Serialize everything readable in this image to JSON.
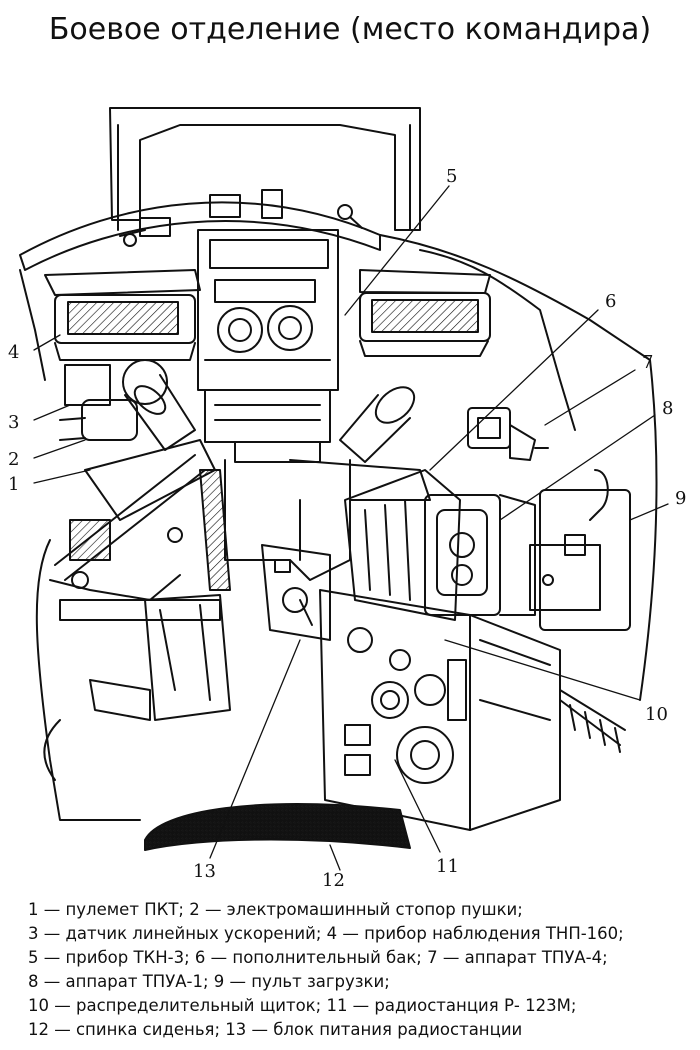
{
  "title": "Боевое отделение (место командира)",
  "callouts": [
    {
      "id": "c1",
      "label": "1"
    },
    {
      "id": "c2",
      "label": "2"
    },
    {
      "id": "c3",
      "label": "3"
    },
    {
      "id": "c4",
      "label": "4"
    },
    {
      "id": "c5",
      "label": "5"
    },
    {
      "id": "c6",
      "label": "6"
    },
    {
      "id": "c7",
      "label": "7"
    },
    {
      "id": "c8",
      "label": "8"
    },
    {
      "id": "c9",
      "label": "9"
    },
    {
      "id": "c10",
      "label": "10"
    },
    {
      "id": "c11",
      "label": "11"
    },
    {
      "id": "c12",
      "label": "12"
    },
    {
      "id": "c13",
      "label": "13"
    }
  ],
  "legend": [
    "1 — пулемет ПКТ; 2 — электромашинный стопор пушки;",
    "3 — датчик линейных ускорений; 4 — прибор наблюдения ТНП-160;",
    "5 — прибор ТКН-3; 6 — пополнительный бак; 7 — аппарат ТПУА-4;",
    "8 — аппарат ТПУА-1; 9 — пульт загрузки;",
    "10 — распределительный щиток; 11 — радиостанция Р- 123М;",
    "12 — спинка сиденья; 13 — блок питания радиостанции"
  ]
}
